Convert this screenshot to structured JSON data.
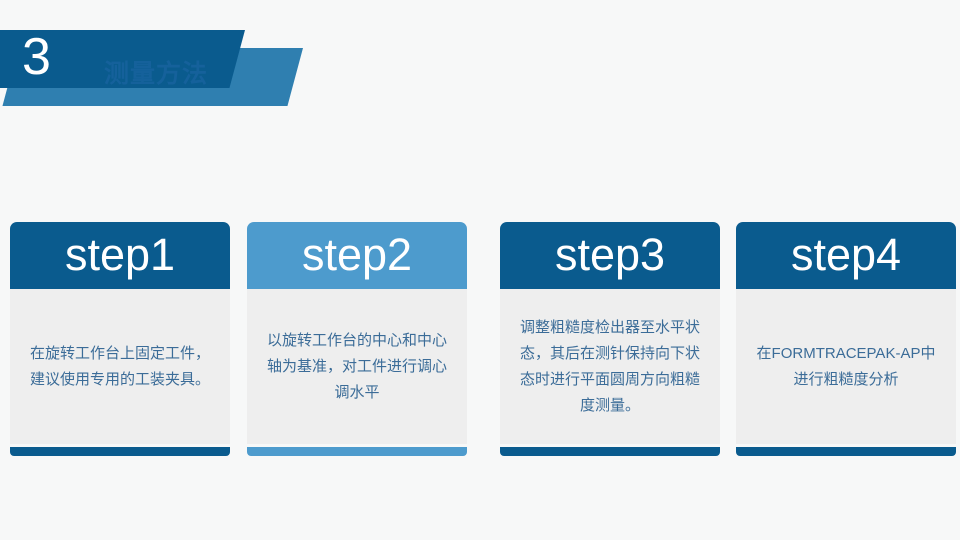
{
  "header": {
    "number": "3",
    "title": "测量方法",
    "dark_color": "#0a5b8e",
    "light_color": "#2f7fb0",
    "title_color": "#15619b"
  },
  "theme": {
    "background": "#f7f8f8",
    "card_body": "#eeeeee",
    "body_text": "#3b6c98",
    "accent_dark": "#0a5b8e",
    "accent_light": "#4d9bcd"
  },
  "cards": [
    {
      "step_label": "step1",
      "text": "在旋转工作台上固定工件，建议使用专用的工装夹具。",
      "header_color": "#0a5b8e",
      "footer_color": "#0a5b8e"
    },
    {
      "step_label": "step2",
      "text": "以旋转工作台的中心和中心轴为基准，对工件进行调心调水平",
      "header_color": "#4d9bcd",
      "footer_color": "#4d9bcd"
    },
    {
      "step_label": "step3",
      "text": "调整粗糙度检出器至水平状态，其后在测针保持向下状态时进行平面圆周方向粗糙度测量。",
      "header_color": "#0a5b8e",
      "footer_color": "#0a5b8e"
    },
    {
      "step_label": "step4",
      "text": "在FORMTRACEPAK-AP中进行粗糙度分析",
      "header_color": "#0a5b8e",
      "footer_color": "#0a5b8e"
    }
  ]
}
